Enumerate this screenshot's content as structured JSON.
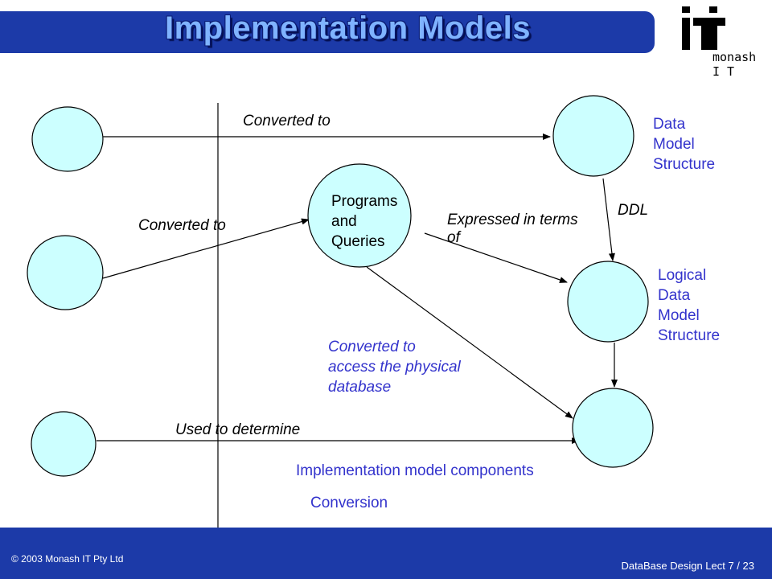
{
  "slide": {
    "title": "Implementation Models",
    "logo_text_line1": "monash",
    "logo_text_line2": "I T"
  },
  "diagram": {
    "nodes": {
      "programs_queries": "Programs\nand\nQueries"
    },
    "labels": {
      "data_model_structure": "Data\nModel\nStructure",
      "logical_data_model_structure": "Logical\nData\nModel\nStructure",
      "ddl": "DDL",
      "converted_to_top": "Converted to",
      "converted_to_mid": "Converted to",
      "expressed_in_terms_of": "Expressed in terms\nof",
      "converted_to_access": "Converted to\naccess the physical\ndatabase",
      "used_to_determine": "Used to determine",
      "implementation_components": "Implementation model components",
      "conversion": "Conversion"
    }
  },
  "footer": {
    "copyright": "© 2003 Monash IT Pty Ltd",
    "lecture": "DataBase Design Lect 7 / 23"
  },
  "colors": {
    "banner": "#1c3aa8",
    "node_fill": "#ccffff",
    "label_blue": "#3333cc"
  }
}
